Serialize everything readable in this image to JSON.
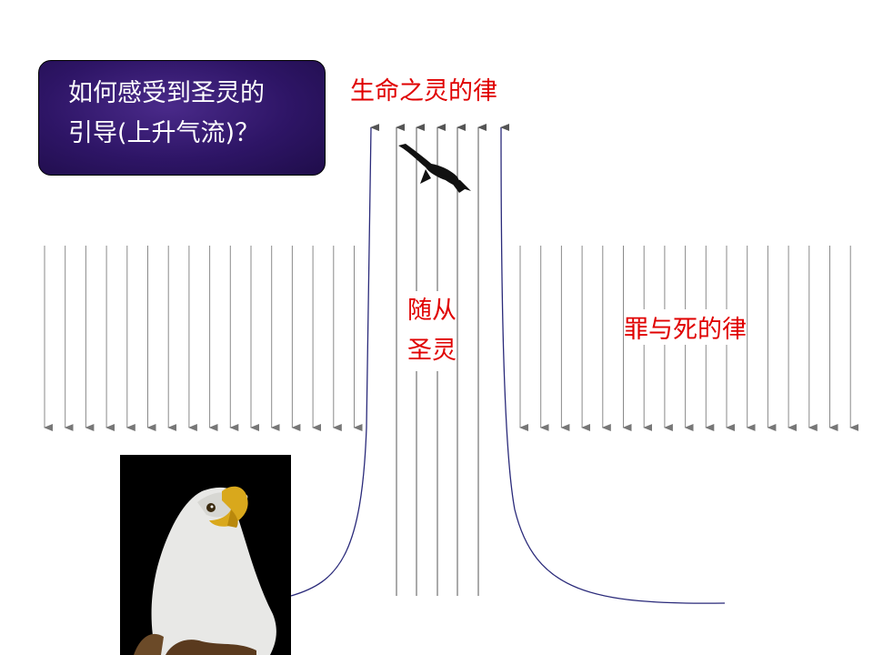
{
  "question": {
    "line1": "如何感受到圣灵的",
    "line2": "引导(上升气流)？"
  },
  "labels": {
    "law_of_spirit": "生命之灵的律",
    "follow_spirit_line1": "随从",
    "follow_spirit_line2": "圣灵",
    "law_of_sin_death": "罪与死的律"
  },
  "colors": {
    "label_red": "#e00000",
    "question_box_bg": "#2e1566",
    "arrow_gray": "#8a8a8a",
    "updraft_curve": "#2a2a7a"
  },
  "icons": {
    "flying_bird": "soaring-eagle-silhouette",
    "eagle_photo": "bald-eagle-head"
  }
}
